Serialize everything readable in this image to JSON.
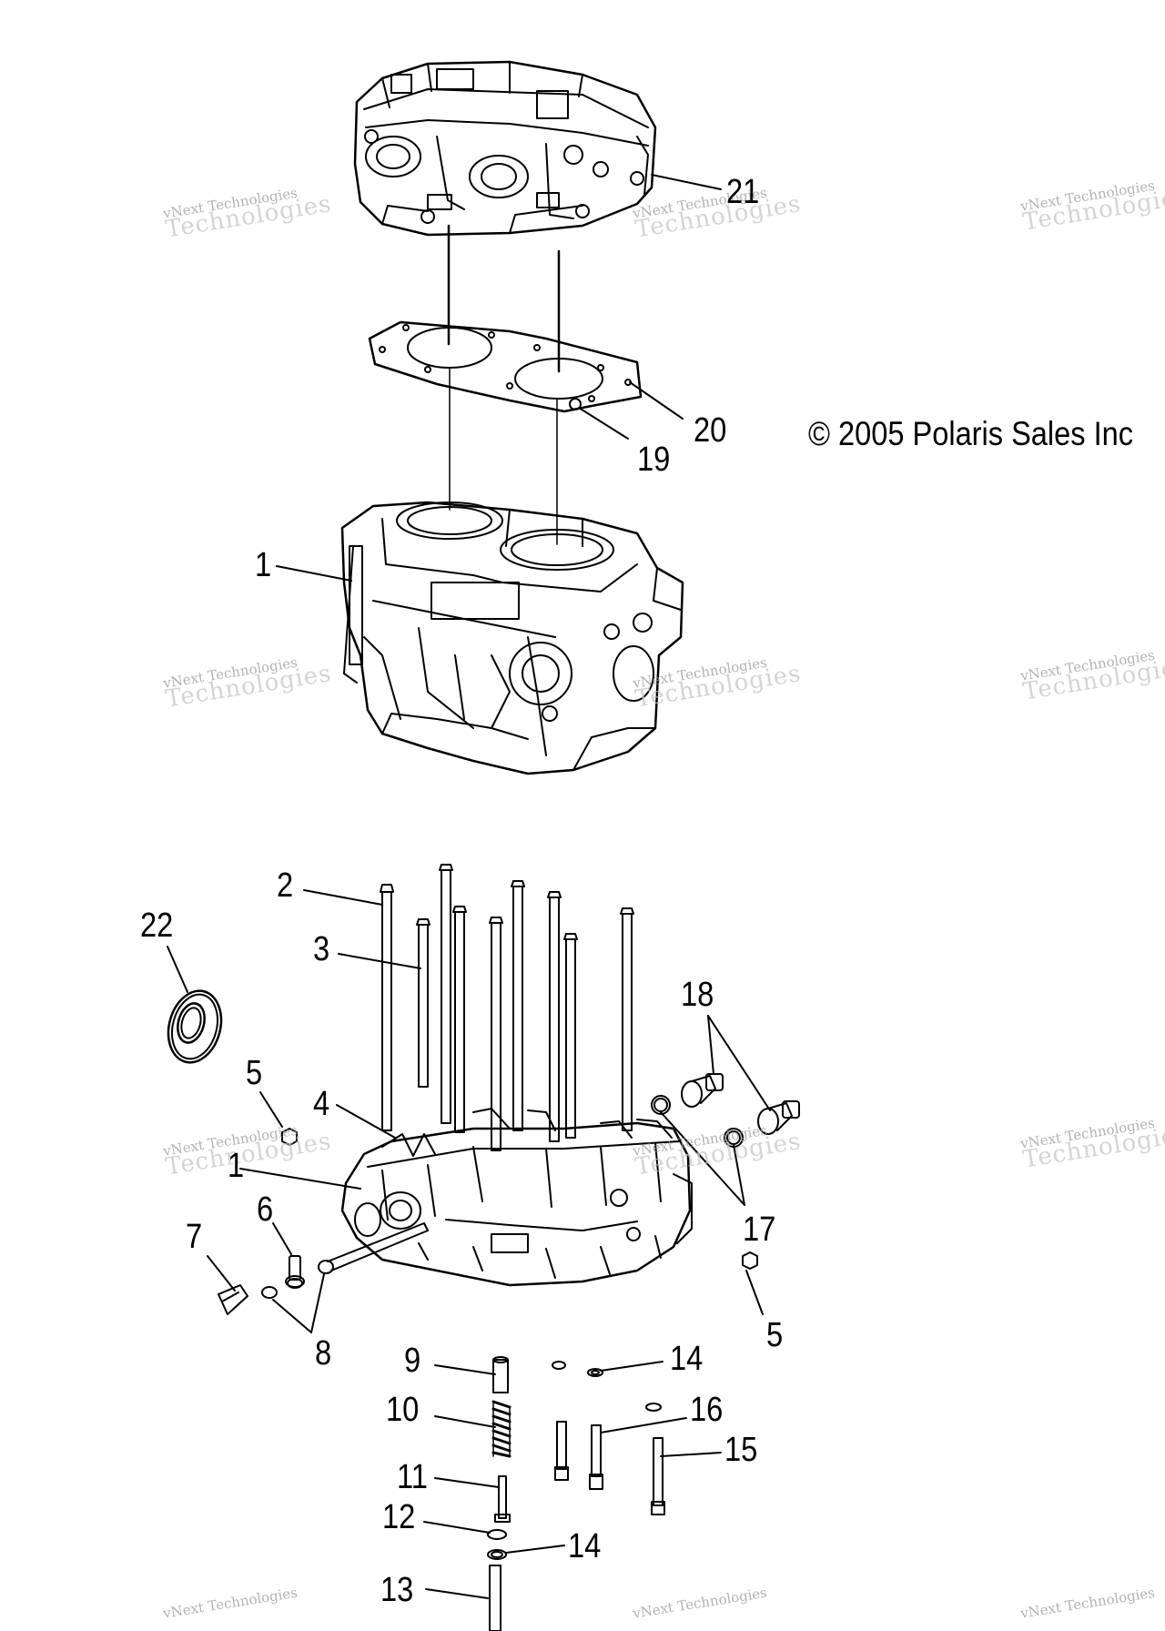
{
  "copyright": "© 2005 Polaris Sales Inc",
  "watermark": {
    "line1": "vNext Technologies",
    "line2": "Technologies"
  },
  "callouts": {
    "c21": "21",
    "c20": "20",
    "c19": "19",
    "c1_top": "1",
    "c2": "2",
    "c3": "3",
    "c22": "22",
    "c18": "18",
    "c5_left": "5",
    "c4": "4",
    "c1_bottom": "1",
    "c6": "6",
    "c7": "7",
    "c8": "8",
    "c17": "17",
    "c5_right": "5",
    "c9": "9",
    "c14_top": "14",
    "c10": "10",
    "c16": "16",
    "c15": "15",
    "c11": "11",
    "c12": "12",
    "c14_bottom": "14",
    "c13": "13"
  }
}
